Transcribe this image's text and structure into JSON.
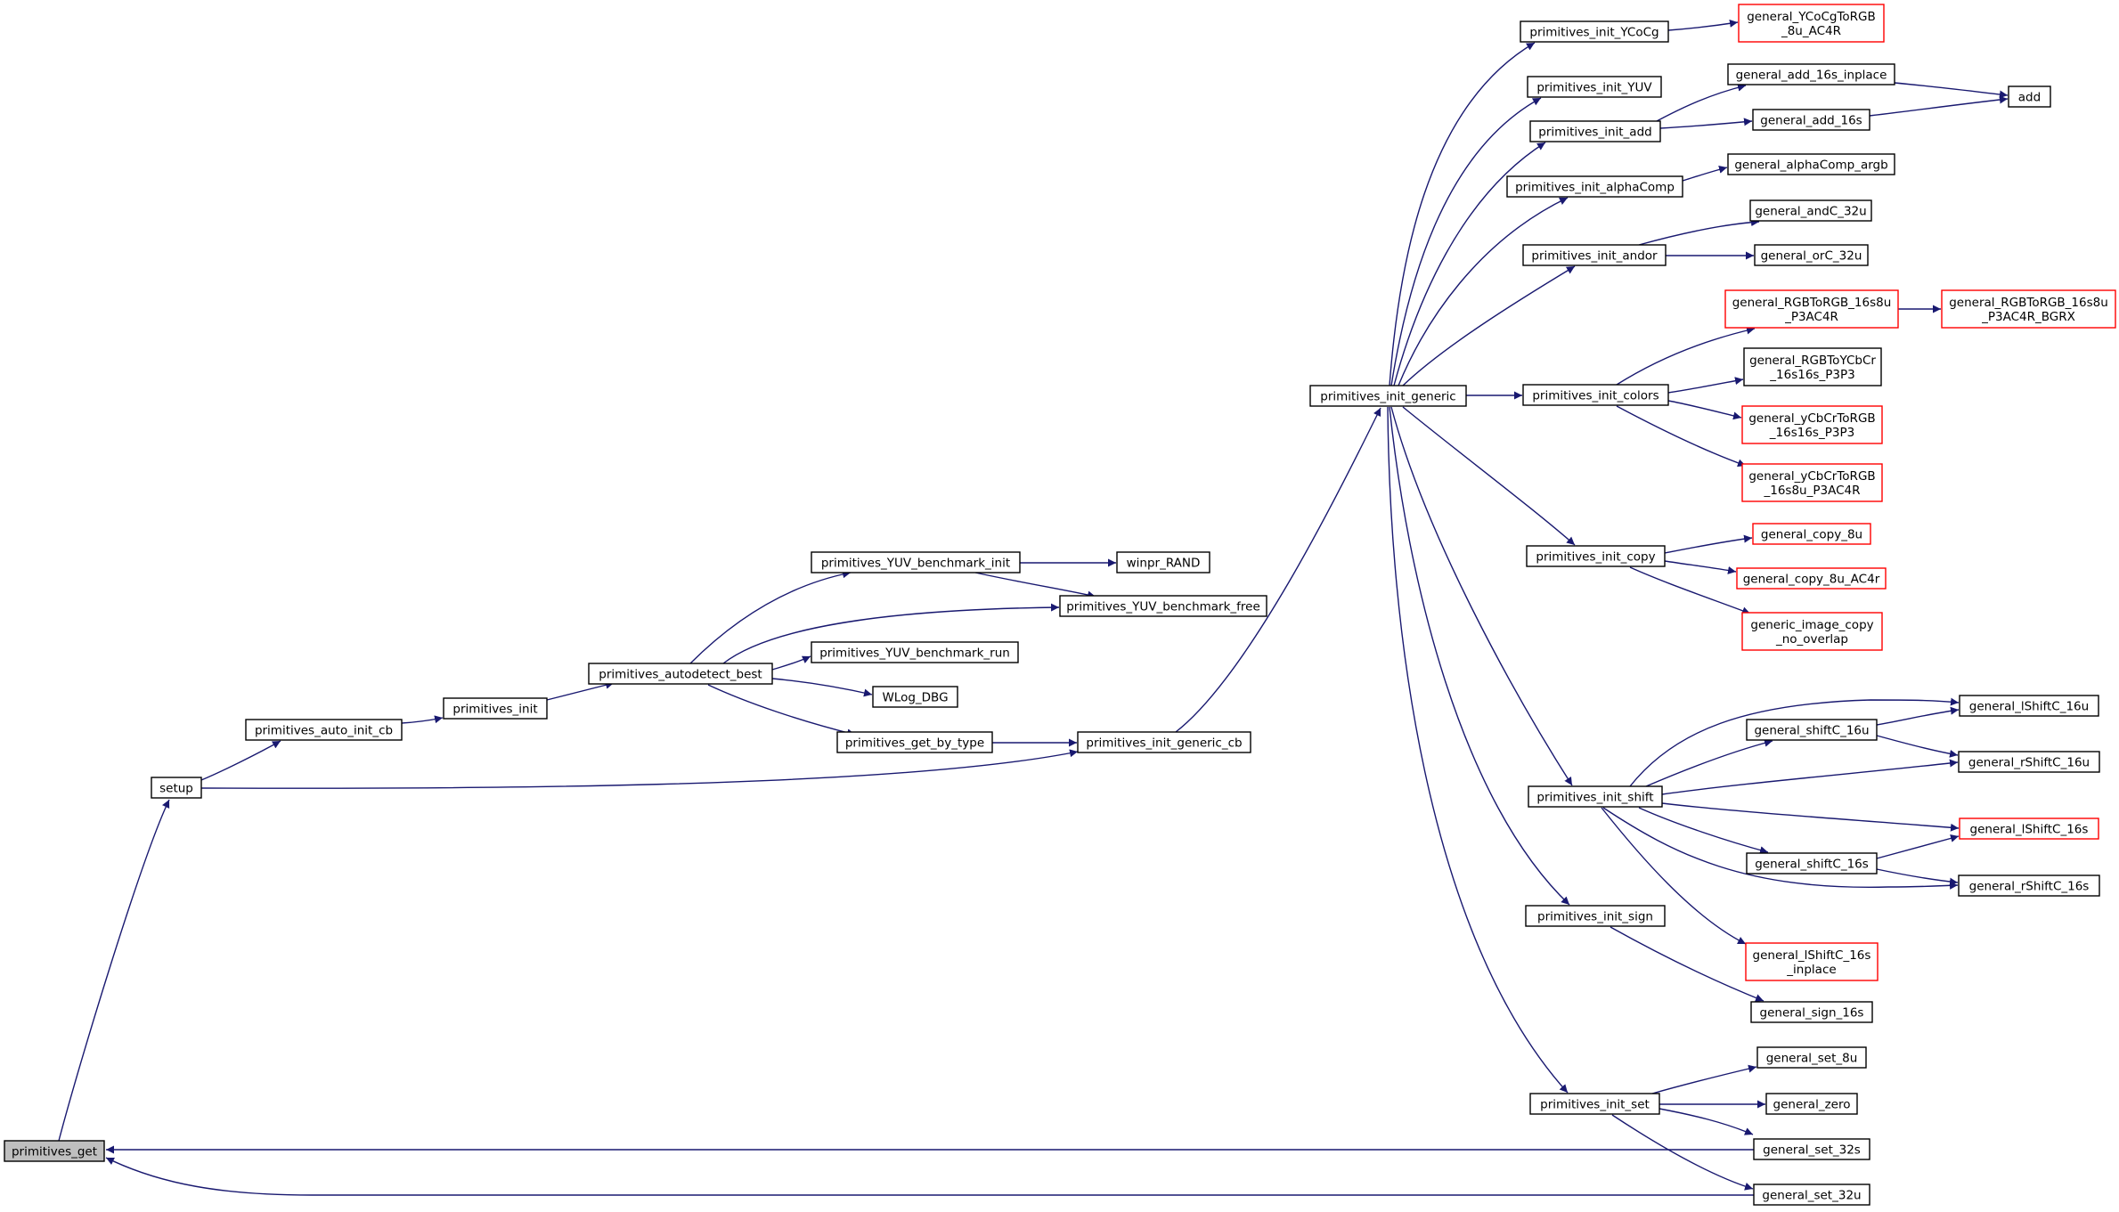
{
  "colors": {
    "edge": "#191970",
    "border_normal": "#000000",
    "border_truncated": "#ff0000",
    "fill_normal": "#ffffff",
    "fill_focus": "#bfbfbf"
  },
  "nodes": [
    {
      "id": "primitives_get",
      "lines": [
        "primitives_get"
      ],
      "style": "focus"
    },
    {
      "id": "setup",
      "lines": [
        "setup"
      ],
      "style": "normal"
    },
    {
      "id": "primitives_auto_init_cb",
      "lines": [
        "primitives_auto_init_cb"
      ],
      "style": "normal"
    },
    {
      "id": "primitives_init",
      "lines": [
        "primitives_init"
      ],
      "style": "normal"
    },
    {
      "id": "primitives_autodetect_best",
      "lines": [
        "primitives_autodetect_best"
      ],
      "style": "normal"
    },
    {
      "id": "primitives_YUV_benchmark_init",
      "lines": [
        "primitives_YUV_benchmark_init"
      ],
      "style": "normal"
    },
    {
      "id": "winpr_RAND",
      "lines": [
        "winpr_RAND"
      ],
      "style": "normal"
    },
    {
      "id": "primitives_YUV_benchmark_free",
      "lines": [
        "primitives_YUV_benchmark_free"
      ],
      "style": "normal"
    },
    {
      "id": "primitives_YUV_benchmark_run",
      "lines": [
        "primitives_YUV_benchmark_run"
      ],
      "style": "normal"
    },
    {
      "id": "WLog_DBG",
      "lines": [
        "WLog_DBG"
      ],
      "style": "normal"
    },
    {
      "id": "primitives_get_by_type",
      "lines": [
        "primitives_get_by_type"
      ],
      "style": "normal"
    },
    {
      "id": "primitives_init_generic_cb",
      "lines": [
        "primitives_init_generic_cb"
      ],
      "style": "normal"
    },
    {
      "id": "primitives_init_generic",
      "lines": [
        "primitives_init_generic"
      ],
      "style": "normal"
    },
    {
      "id": "primitives_init_YCoCg",
      "lines": [
        "primitives_init_YCoCg"
      ],
      "style": "normal"
    },
    {
      "id": "general_YCoCgToRGB_8u_AC4R",
      "lines": [
        "general_YCoCgToRGB",
        "_8u_AC4R"
      ],
      "style": "truncated"
    },
    {
      "id": "primitives_init_YUV",
      "lines": [
        "primitives_init_YUV"
      ],
      "style": "normal"
    },
    {
      "id": "primitives_init_add",
      "lines": [
        "primitives_init_add"
      ],
      "style": "normal"
    },
    {
      "id": "general_add_16s_inplace",
      "lines": [
        "general_add_16s_inplace"
      ],
      "style": "normal"
    },
    {
      "id": "add",
      "lines": [
        "add"
      ],
      "style": "normal"
    },
    {
      "id": "general_add_16s",
      "lines": [
        "general_add_16s"
      ],
      "style": "normal"
    },
    {
      "id": "primitives_init_alphaComp",
      "lines": [
        "primitives_init_alphaComp"
      ],
      "style": "normal"
    },
    {
      "id": "general_alphaComp_argb",
      "lines": [
        "general_alphaComp_argb"
      ],
      "style": "normal"
    },
    {
      "id": "primitives_init_andor",
      "lines": [
        "primitives_init_andor"
      ],
      "style": "normal"
    },
    {
      "id": "general_andC_32u",
      "lines": [
        "general_andC_32u"
      ],
      "style": "normal"
    },
    {
      "id": "general_orC_32u",
      "lines": [
        "general_orC_32u"
      ],
      "style": "normal"
    },
    {
      "id": "primitives_init_colors",
      "lines": [
        "primitives_init_colors"
      ],
      "style": "normal"
    },
    {
      "id": "general_RGBToRGB_16s8u_P3AC4R",
      "lines": [
        "general_RGBToRGB_16s8u",
        "_P3AC4R"
      ],
      "style": "truncated"
    },
    {
      "id": "general_RGBToRGB_16s8u_P3AC4R_BGRX",
      "lines": [
        "general_RGBToRGB_16s8u",
        "_P3AC4R_BGRX"
      ],
      "style": "truncated"
    },
    {
      "id": "general_RGBToYCbCr_16s16s_P3P3",
      "lines": [
        "general_RGBToYCbCr",
        "_16s16s_P3P3"
      ],
      "style": "normal"
    },
    {
      "id": "general_yCbCrToRGB_16s16s_P3P3",
      "lines": [
        "general_yCbCrToRGB",
        "_16s16s_P3P3"
      ],
      "style": "truncated"
    },
    {
      "id": "general_yCbCrToRGB_16s8u_P3AC4R",
      "lines": [
        "general_yCbCrToRGB",
        "_16s8u_P3AC4R"
      ],
      "style": "truncated"
    },
    {
      "id": "primitives_init_copy",
      "lines": [
        "primitives_init_copy"
      ],
      "style": "normal"
    },
    {
      "id": "general_copy_8u",
      "lines": [
        "general_copy_8u"
      ],
      "style": "truncated"
    },
    {
      "id": "general_copy_8u_AC4r",
      "lines": [
        "general_copy_8u_AC4r"
      ],
      "style": "truncated"
    },
    {
      "id": "generic_image_copy_no_overlap",
      "lines": [
        "generic_image_copy",
        "_no_overlap"
      ],
      "style": "truncated"
    },
    {
      "id": "primitives_init_shift",
      "lines": [
        "primitives_init_shift"
      ],
      "style": "normal"
    },
    {
      "id": "general_shiftC_16u",
      "lines": [
        "general_shiftC_16u"
      ],
      "style": "normal"
    },
    {
      "id": "general_lShiftC_16u",
      "lines": [
        "general_lShiftC_16u"
      ],
      "style": "normal"
    },
    {
      "id": "general_rShiftC_16u",
      "lines": [
        "general_rShiftC_16u"
      ],
      "style": "normal"
    },
    {
      "id": "general_lShiftC_16s",
      "lines": [
        "general_lShiftC_16s"
      ],
      "style": "truncated"
    },
    {
      "id": "general_shiftC_16s",
      "lines": [
        "general_shiftC_16s"
      ],
      "style": "normal"
    },
    {
      "id": "general_rShiftC_16s",
      "lines": [
        "general_rShiftC_16s"
      ],
      "style": "normal"
    },
    {
      "id": "general_lShiftC_16s_inplace",
      "lines": [
        "general_lShiftC_16s",
        "_inplace"
      ],
      "style": "truncated"
    },
    {
      "id": "primitives_init_sign",
      "lines": [
        "primitives_init_sign"
      ],
      "style": "normal"
    },
    {
      "id": "general_sign_16s",
      "lines": [
        "general_sign_16s"
      ],
      "style": "normal"
    },
    {
      "id": "primitives_init_set",
      "lines": [
        "primitives_init_set"
      ],
      "style": "normal"
    },
    {
      "id": "general_set_8u",
      "lines": [
        "general_set_8u"
      ],
      "style": "normal"
    },
    {
      "id": "general_zero",
      "lines": [
        "general_zero"
      ],
      "style": "normal"
    },
    {
      "id": "general_set_32s",
      "lines": [
        "general_set_32s"
      ],
      "style": "normal"
    },
    {
      "id": "general_set_32u",
      "lines": [
        "general_set_32u"
      ],
      "style": "normal"
    }
  ],
  "edges": [
    {
      "from": "primitives_get",
      "to": "setup"
    },
    {
      "from": "setup",
      "to": "primitives_auto_init_cb"
    },
    {
      "from": "setup",
      "to": "primitives_init_generic_cb"
    },
    {
      "from": "primitives_auto_init_cb",
      "to": "primitives_init"
    },
    {
      "from": "primitives_init",
      "to": "primitives_autodetect_best"
    },
    {
      "from": "primitives_autodetect_best",
      "to": "primitives_YUV_benchmark_init"
    },
    {
      "from": "primitives_autodetect_best",
      "to": "primitives_YUV_benchmark_free"
    },
    {
      "from": "primitives_autodetect_best",
      "to": "primitives_YUV_benchmark_run"
    },
    {
      "from": "primitives_autodetect_best",
      "to": "WLog_DBG"
    },
    {
      "from": "primitives_autodetect_best",
      "to": "primitives_get_by_type"
    },
    {
      "from": "primitives_YUV_benchmark_init",
      "to": "winpr_RAND"
    },
    {
      "from": "primitives_YUV_benchmark_init",
      "to": "primitives_YUV_benchmark_free"
    },
    {
      "from": "primitives_get_by_type",
      "to": "primitives_init_generic_cb"
    },
    {
      "from": "primitives_init_generic_cb",
      "to": "primitives_init_generic"
    },
    {
      "from": "primitives_init_generic",
      "to": "primitives_init_YCoCg"
    },
    {
      "from": "primitives_init_generic",
      "to": "primitives_init_YUV"
    },
    {
      "from": "primitives_init_generic",
      "to": "primitives_init_add"
    },
    {
      "from": "primitives_init_generic",
      "to": "primitives_init_alphaComp"
    },
    {
      "from": "primitives_init_generic",
      "to": "primitives_init_andor"
    },
    {
      "from": "primitives_init_generic",
      "to": "primitives_init_colors"
    },
    {
      "from": "primitives_init_generic",
      "to": "primitives_init_copy"
    },
    {
      "from": "primitives_init_generic",
      "to": "primitives_init_shift"
    },
    {
      "from": "primitives_init_generic",
      "to": "primitives_init_sign"
    },
    {
      "from": "primitives_init_generic",
      "to": "primitives_init_set"
    },
    {
      "from": "primitives_init_YCoCg",
      "to": "general_YCoCgToRGB_8u_AC4R"
    },
    {
      "from": "primitives_init_add",
      "to": "general_add_16s_inplace"
    },
    {
      "from": "primitives_init_add",
      "to": "general_add_16s"
    },
    {
      "from": "general_add_16s_inplace",
      "to": "add"
    },
    {
      "from": "general_add_16s",
      "to": "add"
    },
    {
      "from": "primitives_init_alphaComp",
      "to": "general_alphaComp_argb"
    },
    {
      "from": "primitives_init_andor",
      "to": "general_andC_32u"
    },
    {
      "from": "primitives_init_andor",
      "to": "general_orC_32u"
    },
    {
      "from": "primitives_init_colors",
      "to": "general_RGBToRGB_16s8u_P3AC4R"
    },
    {
      "from": "primitives_init_colors",
      "to": "general_RGBToYCbCr_16s16s_P3P3"
    },
    {
      "from": "primitives_init_colors",
      "to": "general_yCbCrToRGB_16s16s_P3P3"
    },
    {
      "from": "primitives_init_colors",
      "to": "general_yCbCrToRGB_16s8u_P3AC4R"
    },
    {
      "from": "general_RGBToRGB_16s8u_P3AC4R",
      "to": "general_RGBToRGB_16s8u_P3AC4R_BGRX"
    },
    {
      "from": "primitives_init_copy",
      "to": "general_copy_8u"
    },
    {
      "from": "primitives_init_copy",
      "to": "general_copy_8u_AC4r"
    },
    {
      "from": "primitives_init_copy",
      "to": "generic_image_copy_no_overlap"
    },
    {
      "from": "primitives_init_shift",
      "to": "general_lShiftC_16u"
    },
    {
      "from": "primitives_init_shift",
      "to": "general_shiftC_16u"
    },
    {
      "from": "primitives_init_shift",
      "to": "general_rShiftC_16u"
    },
    {
      "from": "primitives_init_shift",
      "to": "general_lShiftC_16s"
    },
    {
      "from": "primitives_init_shift",
      "to": "general_shiftC_16s"
    },
    {
      "from": "primitives_init_shift",
      "to": "general_rShiftC_16s"
    },
    {
      "from": "primitives_init_shift",
      "to": "general_lShiftC_16s_inplace"
    },
    {
      "from": "general_shiftC_16u",
      "to": "general_lShiftC_16u"
    },
    {
      "from": "general_shiftC_16u",
      "to": "general_rShiftC_16u"
    },
    {
      "from": "general_shiftC_16s",
      "to": "general_lShiftC_16s"
    },
    {
      "from": "general_shiftC_16s",
      "to": "general_rShiftC_16s"
    },
    {
      "from": "primitives_init_sign",
      "to": "general_sign_16s"
    },
    {
      "from": "primitives_init_set",
      "to": "general_set_8u"
    },
    {
      "from": "primitives_init_set",
      "to": "general_zero"
    },
    {
      "from": "primitives_init_set",
      "to": "general_set_32s"
    },
    {
      "from": "primitives_init_set",
      "to": "general_set_32u"
    },
    {
      "from": "general_set_32s",
      "to": "primitives_get"
    },
    {
      "from": "general_set_32u",
      "to": "primitives_get"
    }
  ]
}
